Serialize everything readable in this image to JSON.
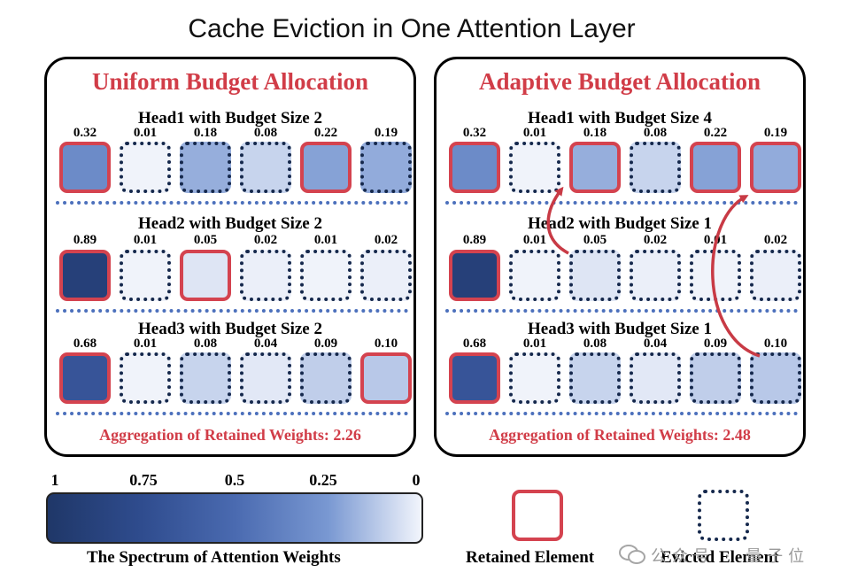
{
  "title": "Cache Eviction in One Attention Layer",
  "panels": [
    {
      "title": "Uniform Budget Allocation",
      "heads": [
        {
          "label": "Head1 with Budget Size 2",
          "values": [
            "0.32",
            "0.01",
            "0.18",
            "0.08",
            "0.22",
            "0.19"
          ],
          "weights": [
            0.32,
            0.01,
            0.18,
            0.08,
            0.22,
            0.19
          ],
          "retained": [
            true,
            false,
            false,
            false,
            true,
            false
          ]
        },
        {
          "label": "Head2 with Budget Size 2",
          "values": [
            "0.89",
            "0.01",
            "0.05",
            "0.02",
            "0.01",
            "0.02"
          ],
          "weights": [
            0.89,
            0.01,
            0.05,
            0.02,
            0.01,
            0.02
          ],
          "retained": [
            true,
            false,
            true,
            false,
            false,
            false
          ]
        },
        {
          "label": "Head3 with Budget Size 2",
          "values": [
            "0.68",
            "0.01",
            "0.08",
            "0.04",
            "0.09",
            "0.10"
          ],
          "weights": [
            0.68,
            0.01,
            0.08,
            0.04,
            0.09,
            0.1
          ],
          "retained": [
            true,
            false,
            false,
            false,
            false,
            true
          ]
        }
      ],
      "aggregation": "Aggregation of Retained Weights: 2.26"
    },
    {
      "title": "Adaptive Budget Allocation",
      "heads": [
        {
          "label": "Head1 with Budget Size 4",
          "values": [
            "0.32",
            "0.01",
            "0.18",
            "0.08",
            "0.22",
            "0.19"
          ],
          "weights": [
            0.32,
            0.01,
            0.18,
            0.08,
            0.22,
            0.19
          ],
          "retained": [
            true,
            false,
            true,
            false,
            true,
            true
          ]
        },
        {
          "label": "Head2 with Budget Size 1",
          "values": [
            "0.89",
            "0.01",
            "0.05",
            "0.02",
            "0.01",
            "0.02"
          ],
          "weights": [
            0.89,
            0.01,
            0.05,
            0.02,
            0.01,
            0.02
          ],
          "retained": [
            true,
            false,
            false,
            false,
            false,
            false
          ]
        },
        {
          "label": "Head3 with Budget Size 1",
          "values": [
            "0.68",
            "0.01",
            "0.08",
            "0.04",
            "0.09",
            "0.10"
          ],
          "weights": [
            0.68,
            0.01,
            0.08,
            0.04,
            0.09,
            0.1
          ],
          "retained": [
            true,
            false,
            false,
            false,
            false,
            false
          ]
        }
      ],
      "aggregation": "Aggregation of Retained Weights: 2.48"
    }
  ],
  "colorbar": {
    "ticks": [
      "1",
      "0.75",
      "0.5",
      "0.25",
      "0"
    ],
    "label": "The Spectrum of Attention Weights",
    "dark_color": "#1f3768",
    "light_color": "#f2f5fc"
  },
  "legend": {
    "retained_label": "Retained Element",
    "evicted_label": "Evicted Element"
  },
  "colors": {
    "accent_red": "#d4434f",
    "evicted_border": "#15284c",
    "separator": "#4c70bc"
  },
  "watermark": {
    "text": "公众号 · 量子位",
    "icon": "wechat-icon"
  }
}
